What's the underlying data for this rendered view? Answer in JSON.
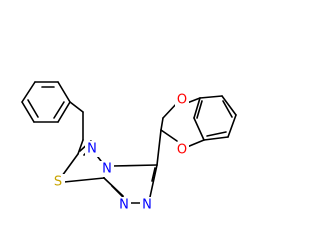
{
  "molecule": {
    "atom_labels": {
      "sulfur": "S",
      "nitrogen_1": "N",
      "nitrogen_2": "N",
      "nitrogen_3": "N",
      "nitrogen_4": "N",
      "oxygen_1": "O",
      "oxygen_2": "O"
    },
    "colors": {
      "bond": "#000000",
      "nitrogen": "#0000ff",
      "oxygen": "#ff0000",
      "sulfur": "#c8a400"
    }
  }
}
